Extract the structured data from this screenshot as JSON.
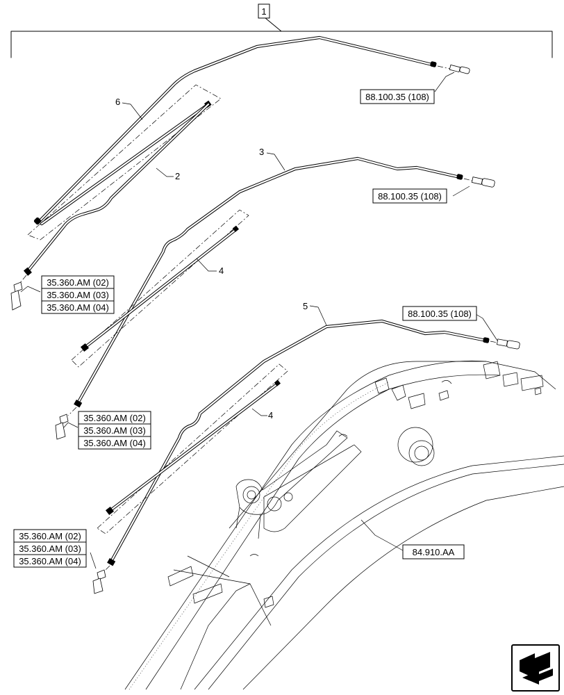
{
  "assembly_ref": "1",
  "items": {
    "item2": "2",
    "item3": "3",
    "item4a": "4",
    "item4b": "4",
    "item5": "5",
    "item6": "6"
  },
  "refs": {
    "top_right": "88.100.35 (108)",
    "middle_right": "88.100.35 (108)",
    "lower_right": "88.100.35 (108)",
    "boom": "84.910.AA"
  },
  "groups": {
    "upper_left": [
      "35.360.AM (02)",
      "35.360.AM (03)",
      "35.360.AM (04)"
    ],
    "middle_left": [
      "35.360.AM (02)",
      "35.360.AM (03)",
      "35.360.AM (04)"
    ],
    "lower_left": [
      "35.360.AM (02)",
      "35.360.AM (03)",
      "35.360.AM (04)"
    ]
  },
  "nav_icon": "next-page-arrow-icon"
}
